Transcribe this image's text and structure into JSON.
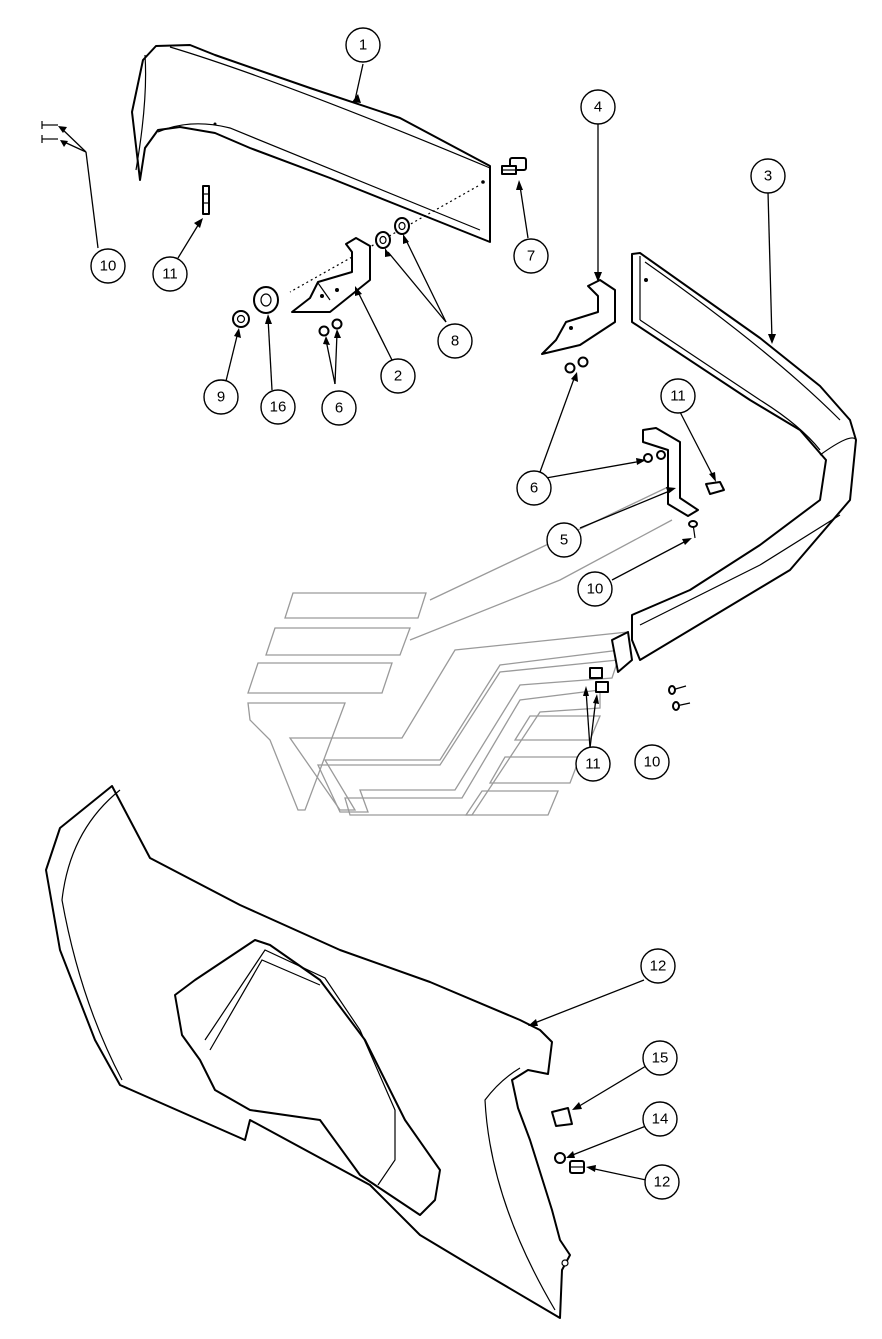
{
  "callouts": {
    "c1": "1",
    "c2": "2",
    "c3": "3",
    "c4": "4",
    "c5": "5",
    "c6a": "6",
    "c6b": "6",
    "c7": "7",
    "c8": "8",
    "c9": "9",
    "c10a": "10",
    "c10b": "10",
    "c10c": "10",
    "c11a": "11",
    "c11b": "11",
    "c11c": "11",
    "c12a": "12",
    "c12b": "12",
    "c14": "14",
    "c15": "15",
    "c16": "16"
  },
  "colors": {
    "line": "#000000",
    "background": "#ffffff",
    "watermark": "#9a9a9a"
  },
  "watermark_icon": "chevron-stripes-logo"
}
